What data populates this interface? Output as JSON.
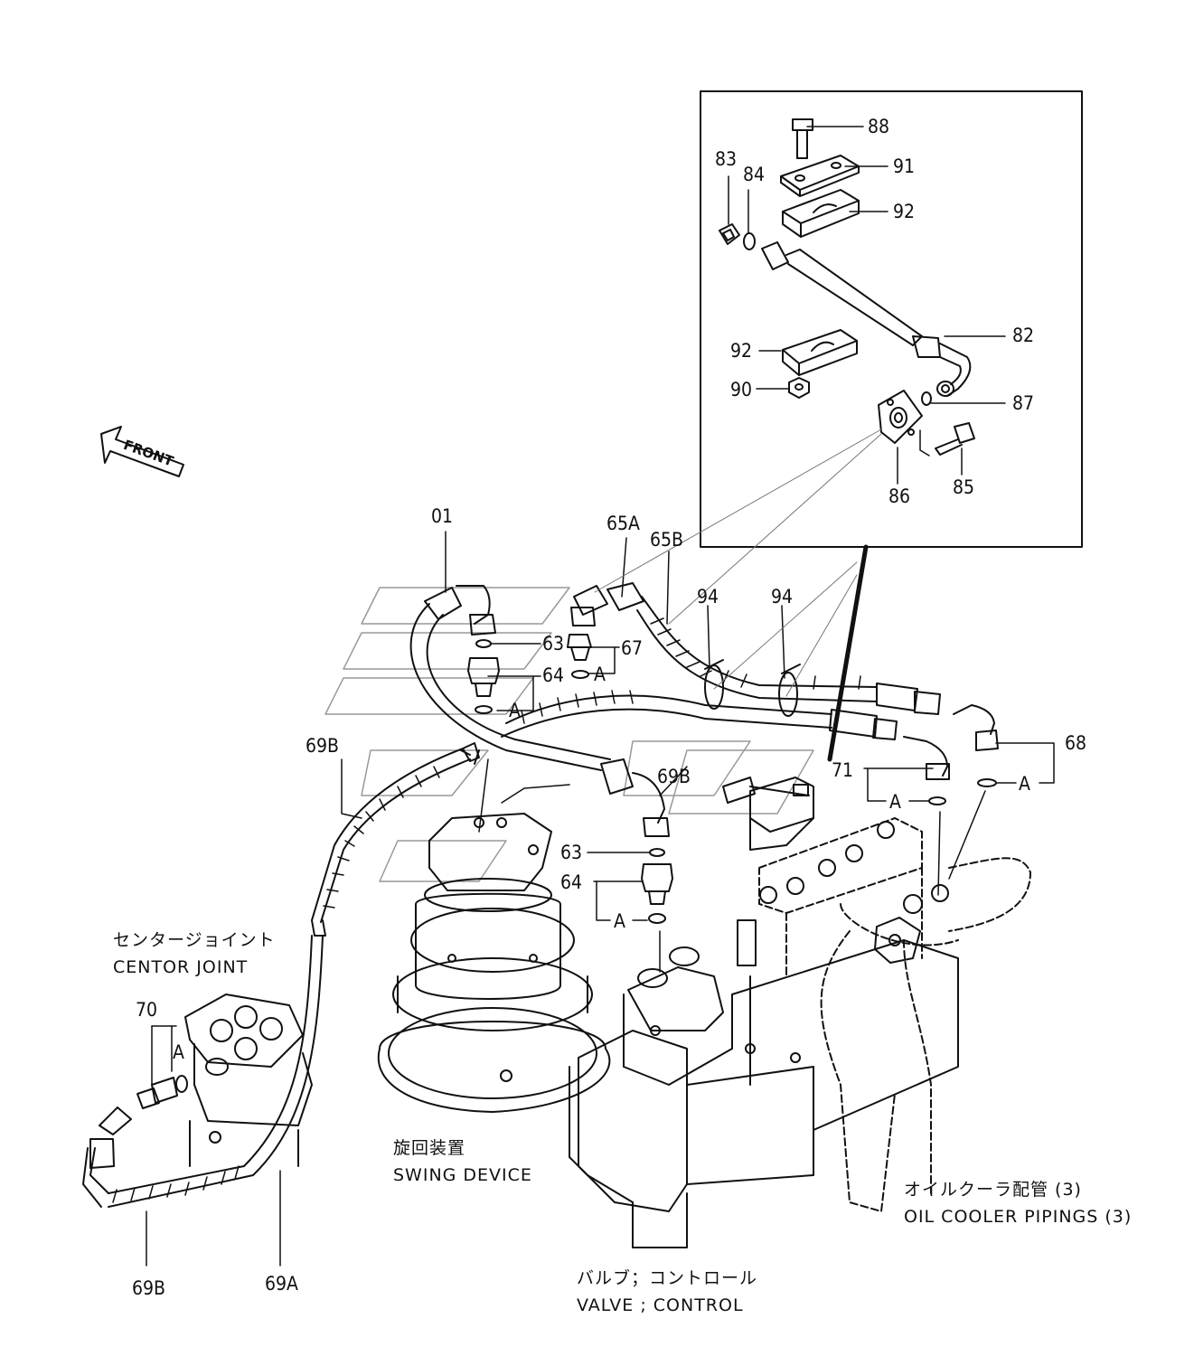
{
  "diagram": {
    "front_label": "FRONT",
    "part_labels": {
      "p88": "88",
      "p91": "91",
      "p92a": "92",
      "p83": "83",
      "p84": "84",
      "p82": "82",
      "p92b": "92",
      "p90": "90",
      "p87": "87",
      "p85": "85",
      "p86": "86",
      "p01": "01",
      "p65a": "65A",
      "p65b": "65B",
      "p94a": "94",
      "p94b": "94",
      "p63a": "63",
      "p67": "67",
      "pA1": "A",
      "p64a": "64",
      "pA2": "A",
      "p68": "68",
      "pA3": "A",
      "p71": "71",
      "pA4": "A",
      "p69b_top": "69B",
      "p69b_mid": "69B",
      "p63b": "63",
      "p64b": "64",
      "pA5": "A",
      "p70": "70",
      "pA6": "A",
      "p69a": "69A",
      "p69b_bottom": "69B"
    },
    "captions": {
      "center_joint_jp": "センタージョイント",
      "center_joint_en": "CENTOR JOINT",
      "swing_device_jp": "旋回装置",
      "swing_device_en": "SWING DEVICE",
      "oil_cooler_jp": "オイルクーラ配管 (3)",
      "oil_cooler_en": "OIL COOLER PIPINGS (3)",
      "valve_jp": "バルブ；コントロール",
      "valve_en": "VALVE ; CONTROL"
    }
  }
}
